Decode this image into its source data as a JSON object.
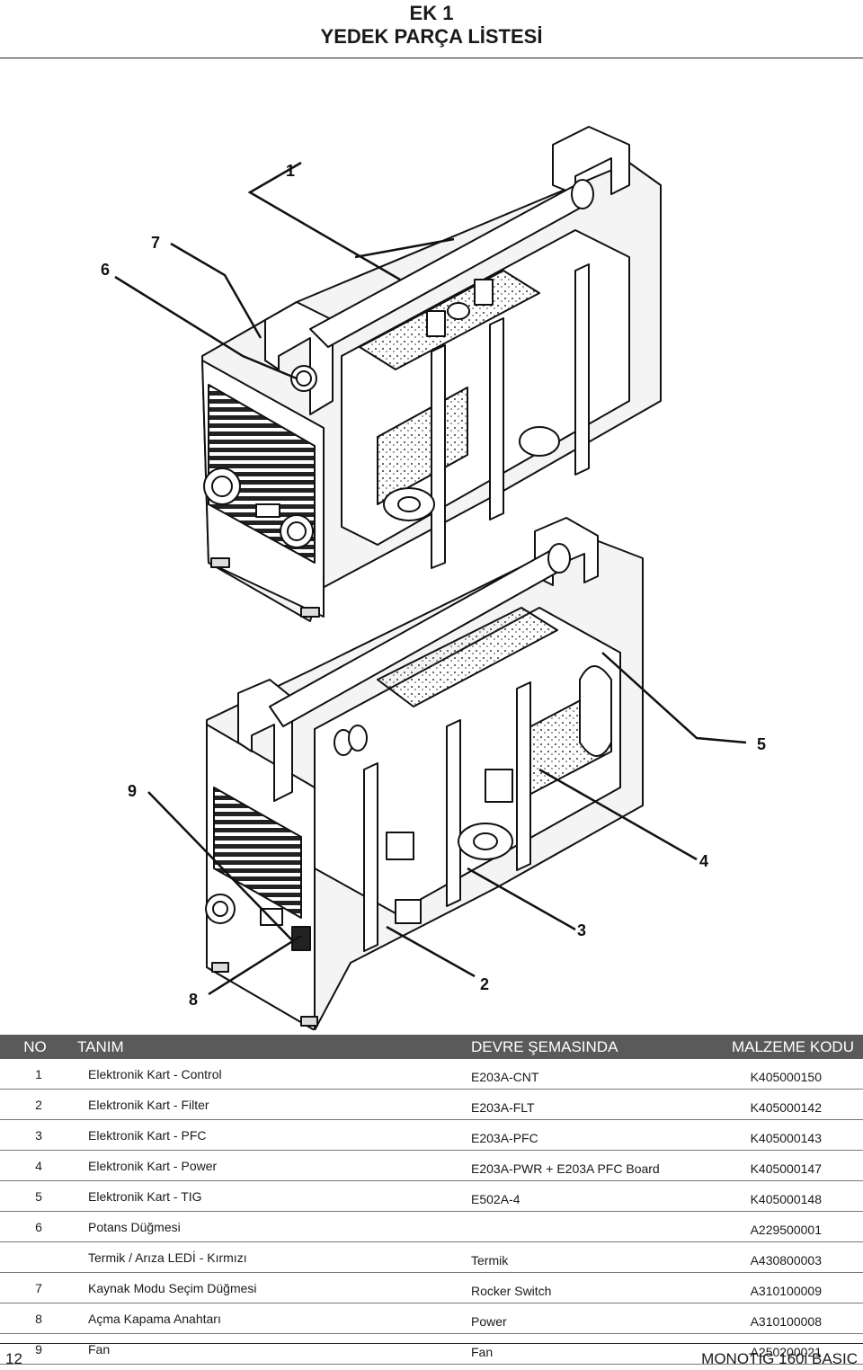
{
  "header": {
    "line1": "EK 1",
    "line2": "YEDEK PARÇA LİSTESİ"
  },
  "callouts": [
    "1",
    "7",
    "6",
    "5",
    "9",
    "4",
    "3",
    "8",
    "2"
  ],
  "table": {
    "headers": {
      "no": "NO",
      "desc": "TANIM",
      "circuit": "DEVRE ŞEMASINDA",
      "code": "MALZEME KODU"
    },
    "rows": [
      {
        "no": "1",
        "desc": "Elektronik Kart - Control",
        "circuit": "E203A-CNT",
        "code": "K405000150"
      },
      {
        "no": "2",
        "desc": "Elektronik Kart - Filter",
        "circuit": "E203A-FLT",
        "code": "K405000142"
      },
      {
        "no": "3",
        "desc": "Elektronik Kart - PFC",
        "circuit": "E203A-PFC",
        "code": "K405000143"
      },
      {
        "no": "4",
        "desc": "Elektronik Kart - Power",
        "circuit": "E203A-PWR + E203A PFC Board",
        "code": "K405000147"
      },
      {
        "no": "5",
        "desc": "Elektronik Kart - TIG",
        "circuit": "E502A-4",
        "code": "K405000148"
      },
      {
        "no": "6",
        "desc": "Potans Düğmesi",
        "circuit": "",
        "code": "A229500001"
      },
      {
        "no": "",
        "desc": "Termik / Arıza LEDİ - Kırmızı",
        "circuit": "Termik",
        "code": "A430800003"
      },
      {
        "no": "7",
        "desc": "Kaynak Modu Seçim Düğmesi",
        "circuit": "Rocker Switch",
        "code": "A310100009"
      },
      {
        "no": "8",
        "desc": "Açma Kapama Anahtarı",
        "circuit": "Power",
        "code": "A310100008"
      },
      {
        "no": "9",
        "desc": "Fan",
        "circuit": "Fan",
        "code": "A250200021"
      }
    ]
  },
  "footer": {
    "page": "12",
    "doc": "MONOTIG 160i BASIC"
  }
}
